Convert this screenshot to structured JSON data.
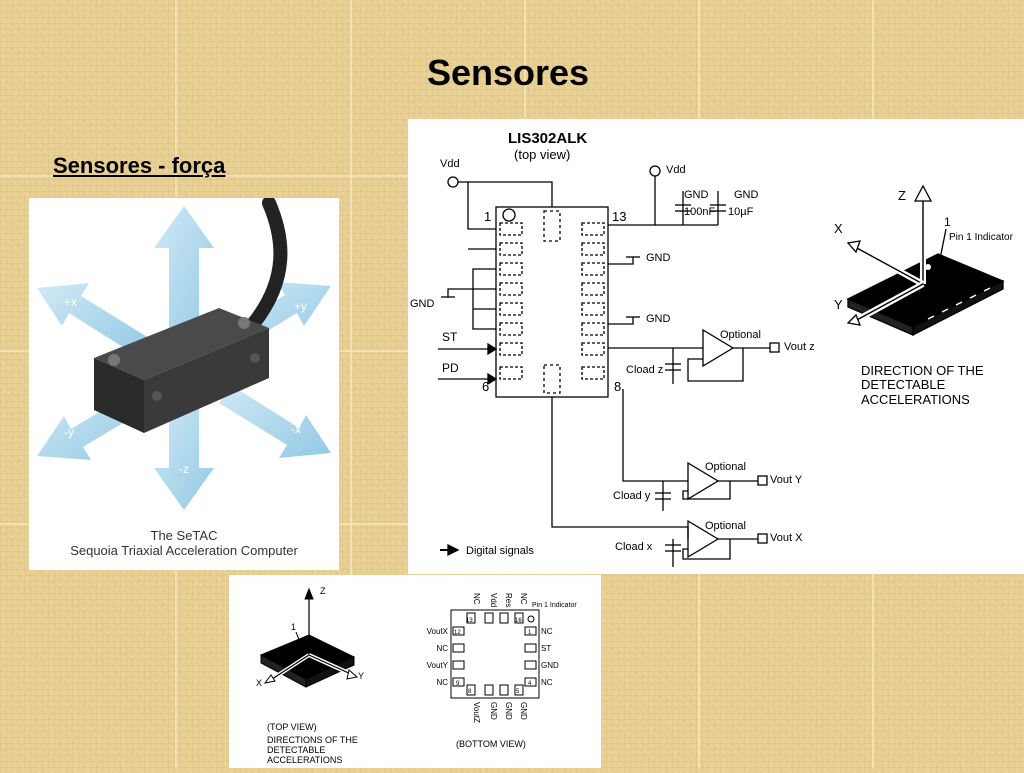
{
  "slide": {
    "title": "Sensores",
    "subtitle": "Sensores - força"
  },
  "photo": {
    "caption_line1": "The SeTAC",
    "caption_line2": "Sequoia Triaxial Acceleration Computer"
  },
  "schematic": {
    "chip_name": "LIS302ALK",
    "chip_view": "(top view)",
    "vdd_left": "Vdd",
    "vdd_right": "Vdd",
    "gnd_cap1": "GND",
    "gnd_cap2": "GND",
    "cap1": "100nF",
    "cap2": "10µF",
    "pin1": "1",
    "pin6": "6",
    "pin8": "8",
    "pin13": "13",
    "gnd_a": "GND",
    "gnd_b": "GND",
    "gnd_left": "GND",
    "st": "ST",
    "pd": "PD",
    "optional_z": "Optional",
    "optional_y": "Optional",
    "optional_x": "Optional",
    "cload_z": "Cload z",
    "cload_y": "Cload y",
    "cload_x": "Cload x",
    "vout_z": "Vout z",
    "vout_y": "Vout Y",
    "vout_x": "Vout X",
    "digital": "Digital signals",
    "axis_z": "Z",
    "axis_x": "X",
    "axis_y": "Y",
    "pin1_num": "1",
    "pin1_indicator": "Pin 1 Indicator",
    "direction_1": "DIRECTION OF THE",
    "direction_2": "DETECTABLE",
    "direction_3": "ACCELERATIONS"
  },
  "package": {
    "axis_z": "Z",
    "axis_x": "X",
    "axis_y": "Y",
    "pin1": "1",
    "top_view": "(TOP VIEW)",
    "dir_1": "DIRECTIONS OF THE",
    "dir_2": "DETECTABLE",
    "dir_3": "ACCELERATIONS",
    "bottom_view": "(BOTTOM VIEW)",
    "pin1_indicator": "Pin 1 Indicator",
    "top_pins": [
      "NC",
      "Vdd",
      "Res",
      "NC"
    ],
    "bottom_pins": [
      "VoutZ",
      "GND",
      "GND",
      "GND"
    ],
    "left_pins": [
      "VoutX",
      "NC",
      "VoutY",
      "NC"
    ],
    "right_pins": [
      "NC",
      "ST",
      "GND",
      "NC"
    ],
    "pad_13": "13",
    "pad_16": "16",
    "pad_12": "12",
    "pad_1": "1",
    "pad_9": "9",
    "pad_4": "4",
    "pad_8": "8",
    "pad_5": "5"
  },
  "colors": {
    "background": "#e8cf92",
    "arrow": "#9fd0ea"
  }
}
